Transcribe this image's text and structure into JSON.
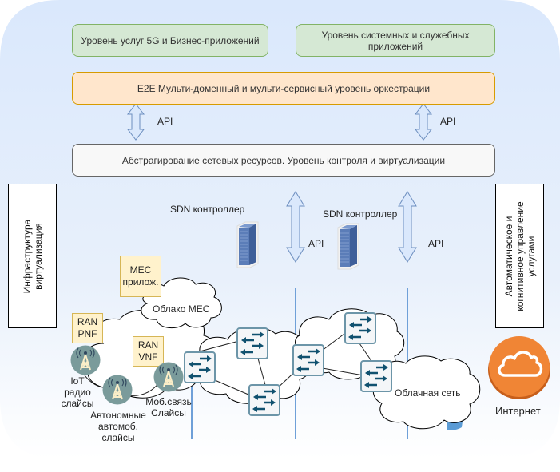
{
  "diagram": {
    "title": "5G network slicing architecture",
    "colors": {
      "background": "#dae8fc",
      "services_layer": "#d5e8d4",
      "orchestration_layer": "#ffe6cc",
      "abstraction_layer": "#f8f8f8",
      "app_note": "#fff2cc",
      "switch": "#10516f",
      "tower": "#7a9b9b",
      "internet": "#f08535",
      "domain_line": "#6fa0d8"
    },
    "layers": {
      "services_5g": "Уровень услуг 5G и Бизнес-приложений",
      "system_apps": "Уровень системных и служебных приложений",
      "orchestration": "E2E Мульти-доменный и мульти-сервисный уровень оркестрации",
      "abstraction": "Абстрагирование сетевых ресурсов. Уровень контроля и виртуализации"
    },
    "side_panels": {
      "left": "Инфраструктура виртуализация",
      "right": "Автоматическое и когнитивное управление услугами"
    },
    "api_labels": {
      "upper_left": "API",
      "upper_right": "API",
      "lower_left": "API",
      "lower_right": "API"
    },
    "controllers": {
      "left": "SDN контроллер",
      "right": "SDN контроллер"
    },
    "notes": {
      "mec_app": "MEC прилож.",
      "ran_pnf": "RAN PNF",
      "ran_vnf": "RAN VNF"
    },
    "clouds": {
      "mec": "Облако MEC",
      "cloud_network": "Облачная сеть"
    },
    "towers": {
      "iot": "IoT радио слайсы",
      "autonomous": "Автономные автомоб. слайсы",
      "mobile": "Моб.связь Слайсы"
    },
    "internet": "Интернет"
  }
}
